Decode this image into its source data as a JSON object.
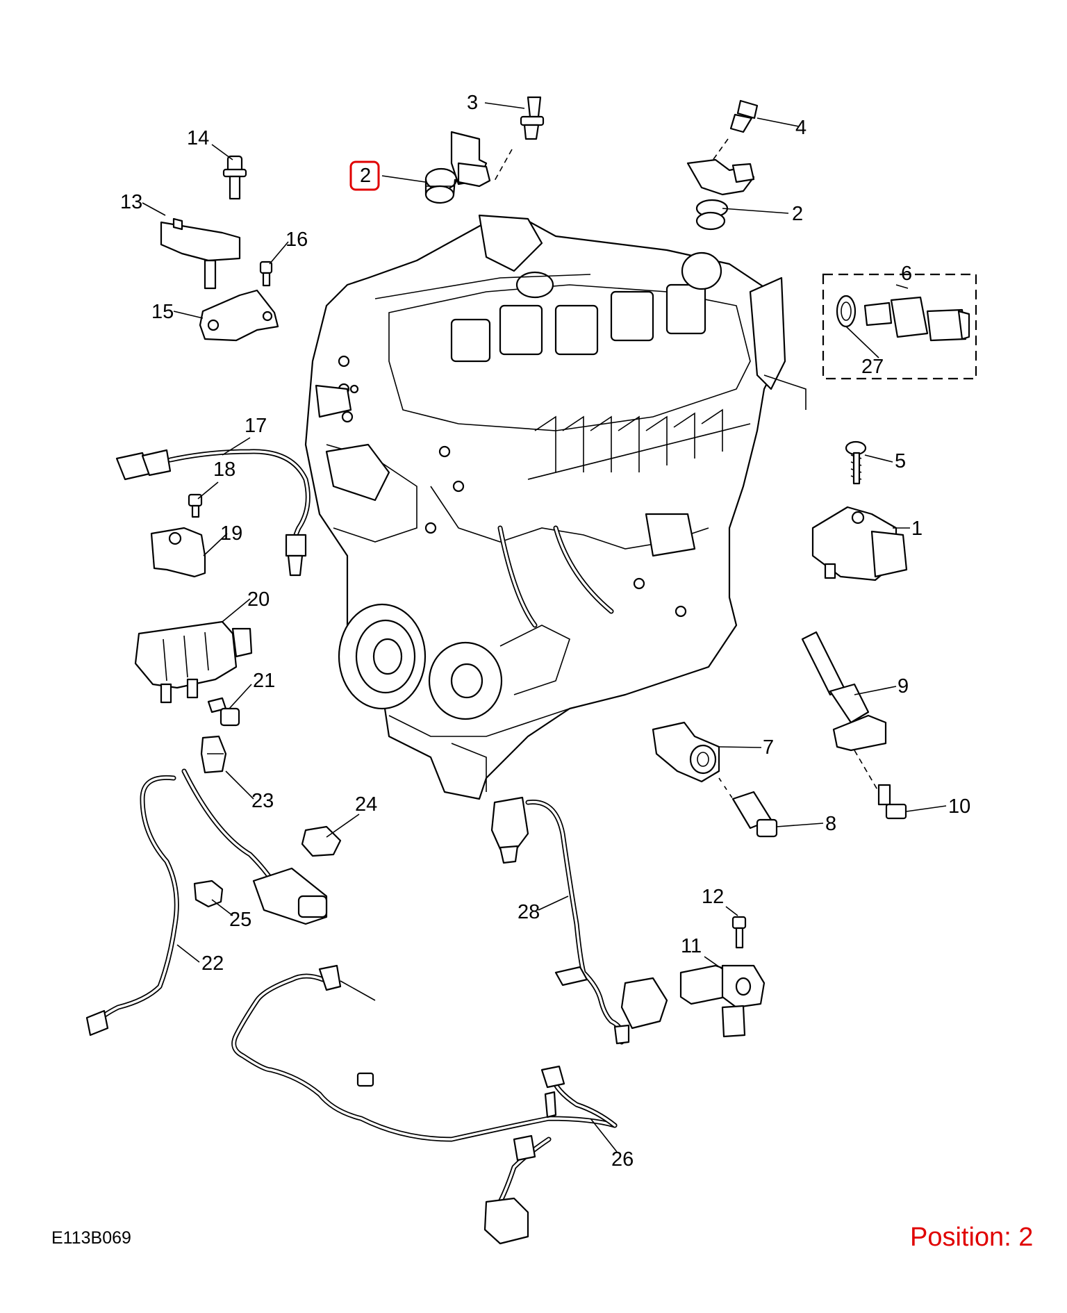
{
  "diagram_id": "E113B069",
  "position_label": "Position: 2",
  "highlight_color": "#e00000",
  "highlighted_callout": "2",
  "callouts": {
    "c1": "1",
    "c2a": "2",
    "c2b": "2",
    "c3": "3",
    "c4": "4",
    "c5": "5",
    "c6": "6",
    "c7": "7",
    "c8": "8",
    "c9": "9",
    "c10": "10",
    "c11": "11",
    "c12": "12",
    "c13": "13",
    "c14": "14",
    "c15": "15",
    "c16": "16",
    "c17": "17",
    "c18": "18",
    "c19": "19",
    "c20": "20",
    "c21": "21",
    "c22": "22",
    "c23": "23",
    "c24": "24",
    "c25": "25",
    "c26": "26",
    "c27": "27",
    "c28": "28"
  }
}
